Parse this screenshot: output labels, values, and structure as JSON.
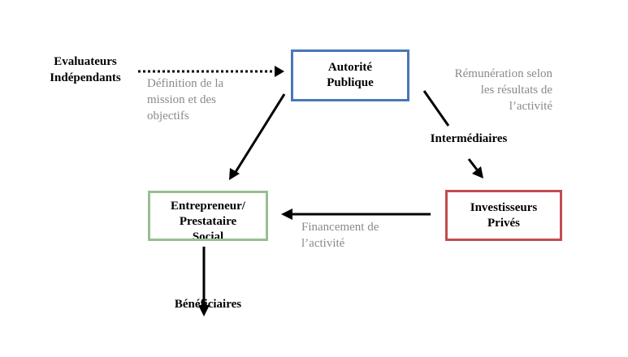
{
  "nodes": {
    "evaluateurs": [
      "Evaluateurs",
      "Indépendants"
    ],
    "autorite": [
      "Autorité",
      "Publique"
    ],
    "entrepreneur": [
      "Entrepreneur/",
      "Prestataire",
      "Social"
    ],
    "investisseurs": [
      "Investisseurs",
      "Privés"
    ],
    "intermediaires": "Intermédiaires",
    "beneficiaires": "Bénéficiaires"
  },
  "edge_labels": {
    "definition": [
      "Définition de la",
      "mission et des",
      "objectifs"
    ],
    "remuneration": [
      "Rémunération selon",
      "les résultats de",
      "l’activité"
    ],
    "financement": [
      "Financement de",
      "l’activité"
    ]
  },
  "colors": {
    "autorite_border": "#4a76b7",
    "entrepreneur_border": "#98bf8f",
    "investisseurs_border": "#c04d4e",
    "edge_label_text": "#8a8a8a"
  }
}
